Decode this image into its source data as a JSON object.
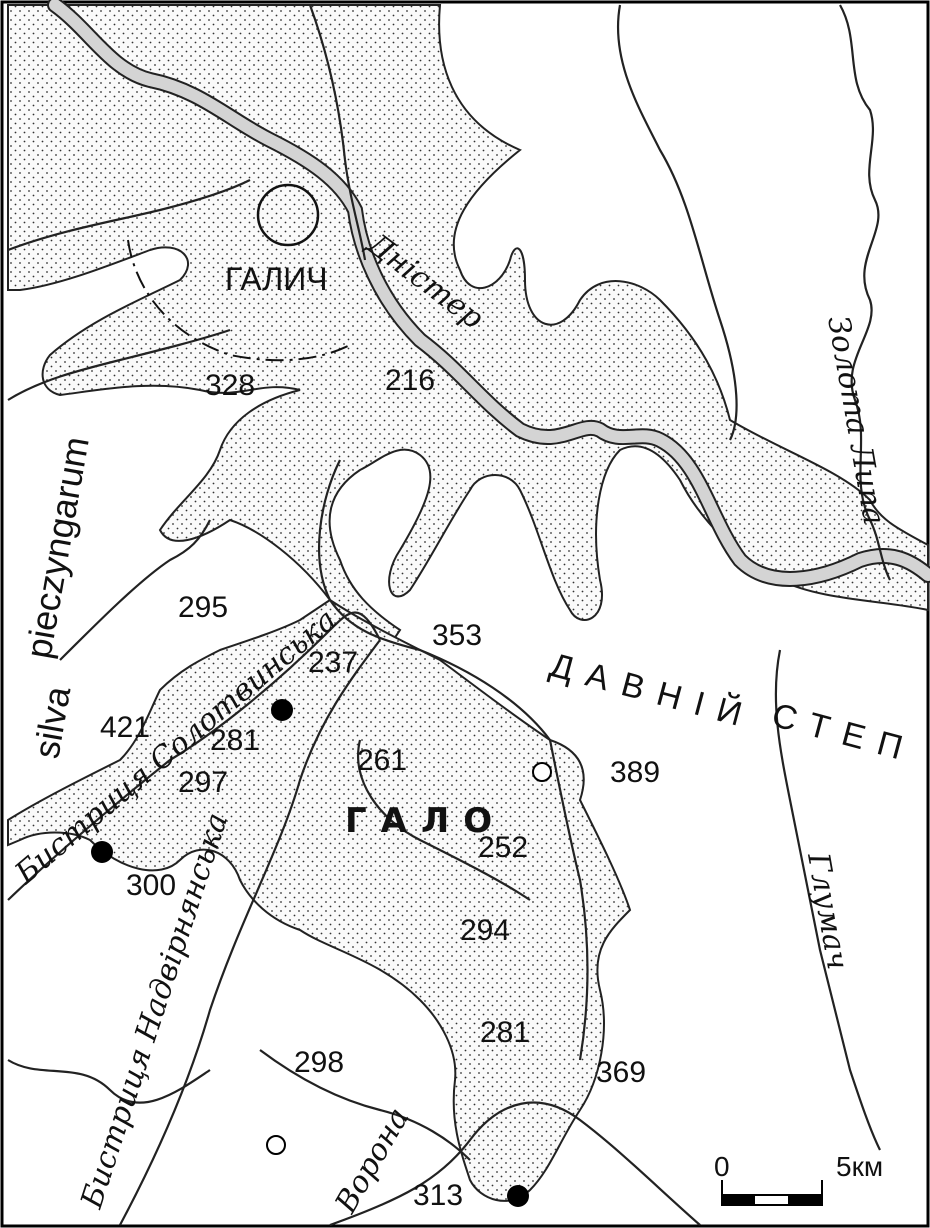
{
  "map": {
    "town_label": "ГАЛИЧ",
    "region_label": "ГАЛО",
    "steppe_word1": "ДАВНІЙ",
    "steppe_word2": "СТЕП",
    "forest_word1": "pieczyngarum",
    "forest_word2": "silva",
    "rivers": {
      "dnister": "Дністер",
      "zolota_lypa": "Золота Липа",
      "hlumach": "Глумач",
      "bystrytsia_solotvynska": "Бистриця Солотвинська",
      "bystrytsia_nadvirnianska": "Бистриця Надвірнянська",
      "vorona": "Ворона"
    },
    "elevations": [
      "328",
      "216",
      "295",
      "353",
      "237",
      "421",
      "281",
      "297",
      "261",
      "389",
      "252",
      "300",
      "294",
      "281",
      "298",
      "369",
      "313"
    ],
    "scale": {
      "zero": "0",
      "end": "5км"
    },
    "colors": {
      "lowland_fill": "#f2f2f2",
      "river_fill": "#d4d4d4",
      "line": "#222222"
    }
  }
}
